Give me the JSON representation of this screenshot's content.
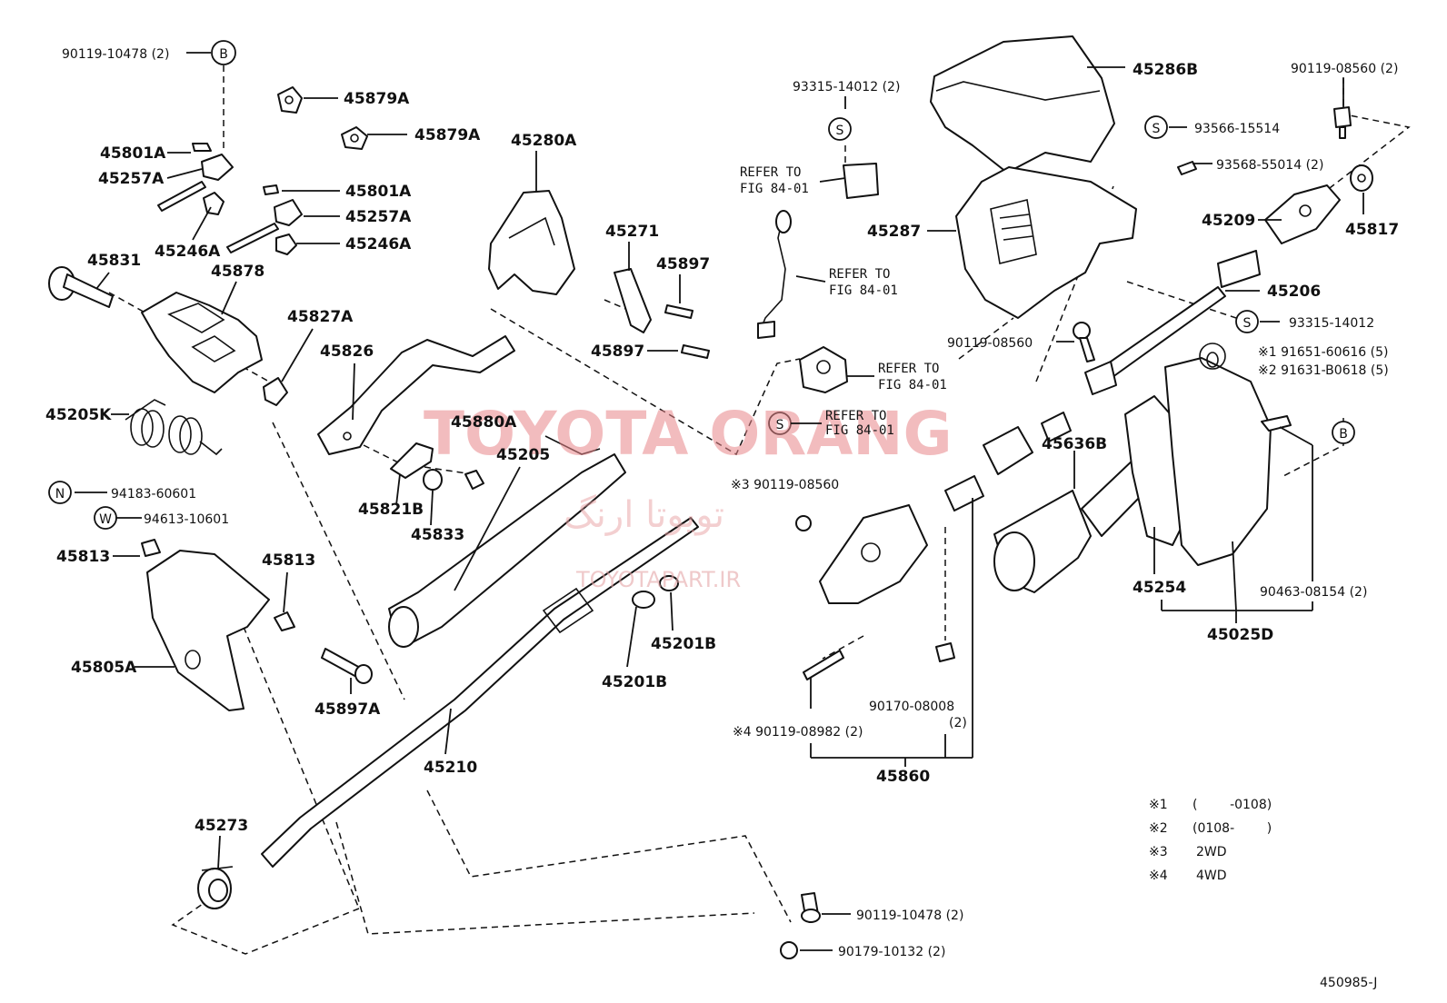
{
  "watermark": {
    "brand": "TOYOTA ORANG",
    "arabic": "تويوتا ارنگ",
    "url": "TOYOTAPART.IR"
  },
  "diagram_code": "450985-J",
  "labels": {
    "p90119_10478_2_top": "90119-10478 (2)",
    "p45879A_1": "45879A",
    "p45879A_2": "45879A",
    "p45801A_1": "45801A",
    "p45257A_1": "45257A",
    "p45246A_1": "45246A",
    "p45801A_2": "45801A",
    "p45257A_2": "45257A",
    "p45246A_2": "45246A",
    "p45831": "45831",
    "p45878": "45878",
    "p45827A": "45827A",
    "p45826": "45826",
    "p45205K": "45205K",
    "p45280A": "45280A",
    "p45271": "45271",
    "p45897_1": "45897",
    "p45897_2": "45897",
    "p45880A": "45880A",
    "p45205": "45205",
    "p45821B": "45821B",
    "p45833": "45833",
    "p94183": "94183-60601",
    "p94613": "94613-10601",
    "p45813_1": "45813",
    "p45813_2": "45813",
    "p45805A": "45805A",
    "p45897A": "45897A",
    "p45201B_1": "45201B",
    "p45201B_2": "45201B",
    "p45210": "45210",
    "p45273": "45273",
    "p90119_10478_2_bot": "90119-10478 (2)",
    "p90179_10132": "90179-10132 (2)",
    "p93315_14012_2": "93315-14012 (2)",
    "p45286B": "45286B",
    "p93566": "93566-15514",
    "p90119_08560_2": "90119-08560 (2)",
    "p93568": "93568-55014 (2)",
    "p45287": "45287",
    "p45209": "45209",
    "p45817": "45817",
    "p45206": "45206",
    "p93315_14012": "93315-14012",
    "p90119_08560_a": "90119-08560",
    "p91651": "※1 91651-60616 (5)",
    "p91631": "※2 91631-B0618 (5)",
    "p90119_08560_b": "※3 90119-08560",
    "p45636B": "45636B",
    "p45254": "45254",
    "p90463": "90463-08154 (2)",
    "p45025D": "45025D",
    "p90170": "90170-08008",
    "p90170_qty": "(2)",
    "p90119_08982": "※4 90119-08982 (2)",
    "p45860": "45860"
  },
  "callouts": {
    "b1": "B",
    "b2": "B",
    "s1": "S",
    "s2": "S",
    "s3": "S",
    "s4": "S",
    "n": "N",
    "w": "W"
  },
  "refer_notes": {
    "r1_line1": "REFER TO",
    "r1_line2": "FIG 84-01",
    "r2_line1": "REFER TO",
    "r2_line2": "FIG 84-01",
    "r3_line1": "REFER TO",
    "r3_line2": "FIG 84-01",
    "r4_line1": "REFER TO",
    "r4_line2": "FIG 84-01"
  },
  "legend": [
    {
      "mark": "※1",
      "range": "(        -0108)"
    },
    {
      "mark": "※2",
      "range": "(0108-        )"
    },
    {
      "mark": "※3",
      "range": "2WD"
    },
    {
      "mark": "※4",
      "range": "4WD"
    }
  ],
  "colors": {
    "line": "#111111",
    "watermark": "#e8868a"
  }
}
